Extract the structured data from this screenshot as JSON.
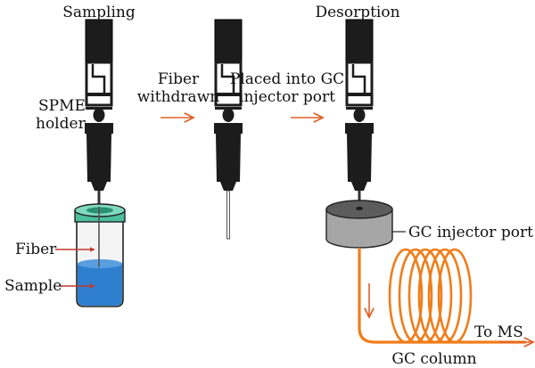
{
  "labels": {
    "sampling": "Sampling",
    "desorption": "Desorption",
    "spme_holder_line1": "SPME",
    "spme_holder_line2": "holder",
    "fiber_withdrawn_line1": "Fiber",
    "fiber_withdrawn_line2": "withdrawn",
    "placed_line1": "Placed into GC",
    "placed_line2": "injector port",
    "fiber": "Fiber",
    "sample": "Sample",
    "gc_injector_port": "GC injector port",
    "to_ms": "To MS",
    "gc_column": "GC column"
  },
  "colors": {
    "holder": "#1c1c1c",
    "holder_window": "#ffffff",
    "vial_cap": "#4bbf9a",
    "sample_liquid": "#2f7fcf",
    "injector_port": "#a6a6a6",
    "column": "#f07d1a",
    "arrow": "#e0602a",
    "leader": "#c0392b"
  },
  "icons": [
    "spme-holder-icon",
    "sample-vial-icon",
    "gc-injector-port-icon",
    "gc-column-coil-icon"
  ]
}
